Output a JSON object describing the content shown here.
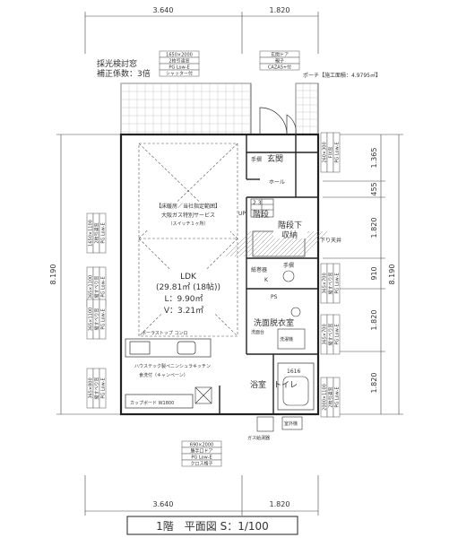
{
  "dimensions": {
    "top": [
      "3.640",
      "1.820"
    ],
    "bottom": [
      "3.640",
      "1.820"
    ],
    "left_total": "8.190",
    "right_total": "8.190",
    "right_segments": [
      "1.365",
      "455",
      "1.820",
      "910",
      "1.820",
      "1.820"
    ]
  },
  "notes": {
    "lighting_title": "採光検討窓",
    "lighting_factor": "補正係数：3倍",
    "porch_area": "ポーチ【施工面積：4.9795㎡】",
    "slope": "下り天井"
  },
  "window_tags": {
    "top_center": [
      "1650×2000",
      "2枚引違窓",
      "PG Low-E",
      "シャッター付"
    ],
    "entrance_door": [
      "玄関ドア",
      "親子",
      "",
      "CAZAS+付"
    ],
    "right_1": [
      "260×300",
      "FIX窓",
      "PG Low-E"
    ],
    "right_2": [
      "365×700",
      "縦すべり窓",
      "PG Low-E"
    ],
    "right_3": [
      "365×700",
      "縦すべり窓",
      "PG Low-E"
    ],
    "right_4": [
      "2000×1100",
      "2枚引違窓",
      "PG Low-E"
    ],
    "left_1": [
      "1650×1100",
      "2枚引違窓",
      "PG Low-E"
    ],
    "left_2": [
      "365×1100",
      "縦すべり窓",
      "PG Low-E"
    ],
    "left_3": [
      "365×1100",
      "縦すべり窓",
      "PG Low-E"
    ],
    "left_4": [
      "365×800",
      "縦すべり窓",
      "PG Low-E"
    ],
    "bottom_door": [
      "690×2000",
      "勝手口ドア",
      "PG Low-E",
      "クロス格子"
    ]
  },
  "rooms": {
    "genkan": "玄関",
    "doma": "手摺",
    "hall": "ホール",
    "stair_label": "階段",
    "stair_numbers": "2 3",
    "under_stair_1": "階段下",
    "under_stair_2": "収納",
    "up": "UP",
    "hall_cl": "手摺",
    "ldk_name": "LDK",
    "ldk_area": "(29.81㎡ (18帖))",
    "ldk_l": "L：9.90㎡",
    "ldk_v": "V：3.21㎡",
    "wash_room": "洗面脱衣室",
    "bath": "浴室",
    "wc": "トイレ",
    "bath_size": "1616",
    "pantry": "紙巻器",
    "wash_machine": "洗濯機",
    "ps": "PS",
    "shelf": "洗面台",
    "cupboard": "カップボード W1800",
    "kitchen_note_1": "ハウステック製ペニンシュラキッチン",
    "kitchen_note_2": "食洗付（キャンペーン）",
    "kitchen_top": "ボーラストップ コンロ",
    "floor_heat_1": "【床暖房／当社指定範囲】",
    "floor_heat_2": "大阪ガス特別サービス",
    "floor_heat_3": "（スイッチ１ヶ所）",
    "ac": "室外機",
    "water_heater": "ガス給湯器",
    "storage_label": "ホール",
    "k": "K"
  },
  "title": "1階　平面図 S：1/100"
}
